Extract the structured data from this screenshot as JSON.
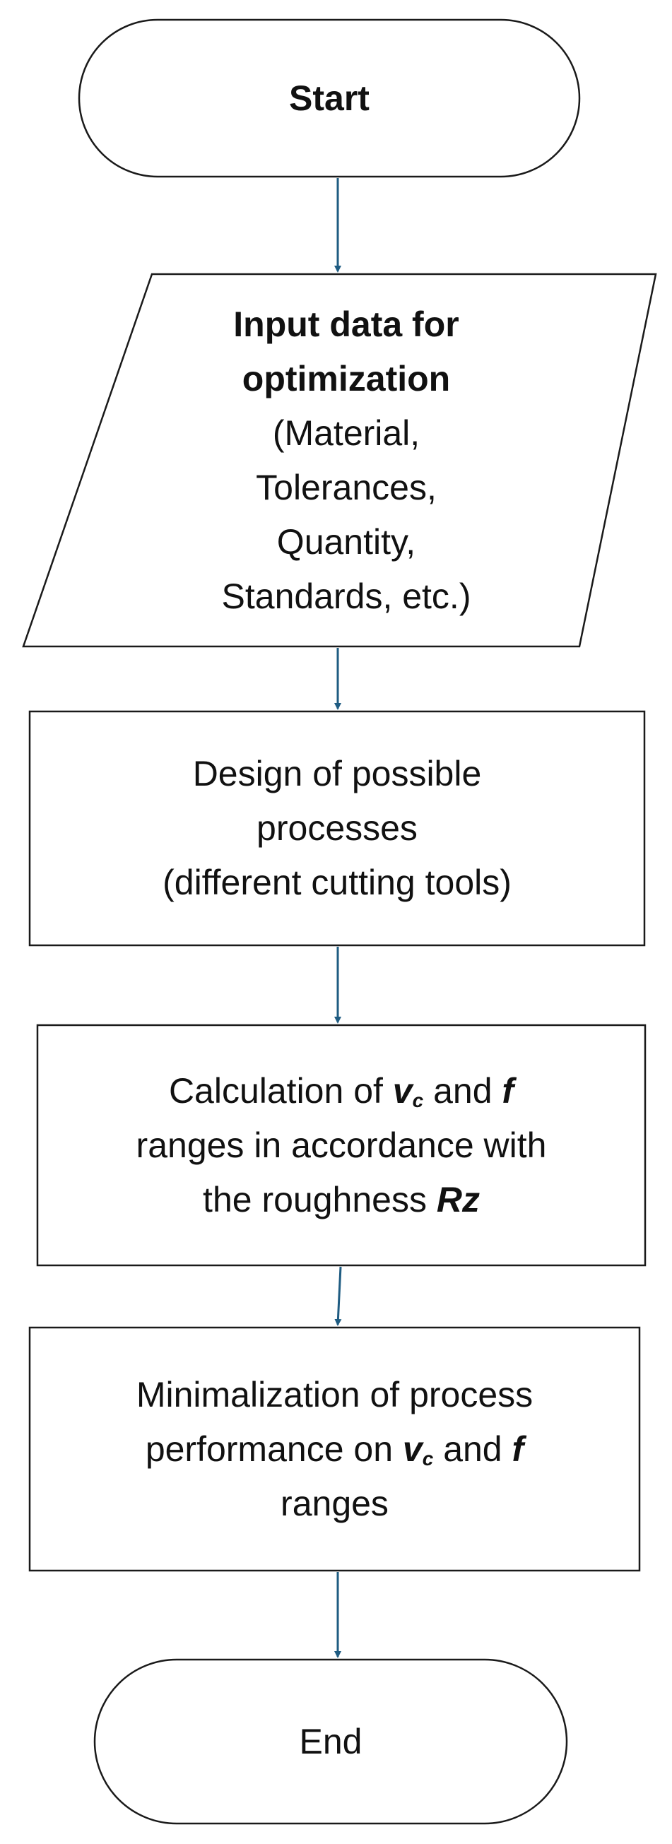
{
  "flowchart": {
    "start": {
      "label": "Start"
    },
    "input": {
      "title_line1": "Input data for",
      "title_line2": "optimization",
      "detail_lines": [
        "(Material,",
        "Tolerances,",
        "Quantity,",
        "Standards, etc.)"
      ]
    },
    "design": {
      "lines": [
        "Design of possible",
        "processes",
        "(different cutting tools)"
      ]
    },
    "calculation": {
      "line1_prefix": "Calculation of ",
      "v_symbol": "v",
      "v_subscript": "c",
      "and_word": " and ",
      "f_symbol": "f",
      "line2": "ranges in accordance with",
      "line3_prefix": "the roughness ",
      "rz_symbol": "Rz"
    },
    "minimalization": {
      "line1": "Minimalization of process",
      "line2_prefix": "performance on ",
      "v_symbol": "v",
      "v_subscript": "c",
      "and_word": " and ",
      "f_symbol": "f",
      "line3": "ranges"
    },
    "end": {
      "label": "End"
    }
  },
  "colors": {
    "arrow": "#1f5c82",
    "outline": "#1a1a1a",
    "text": "#111111",
    "background": "#ffffff"
  }
}
